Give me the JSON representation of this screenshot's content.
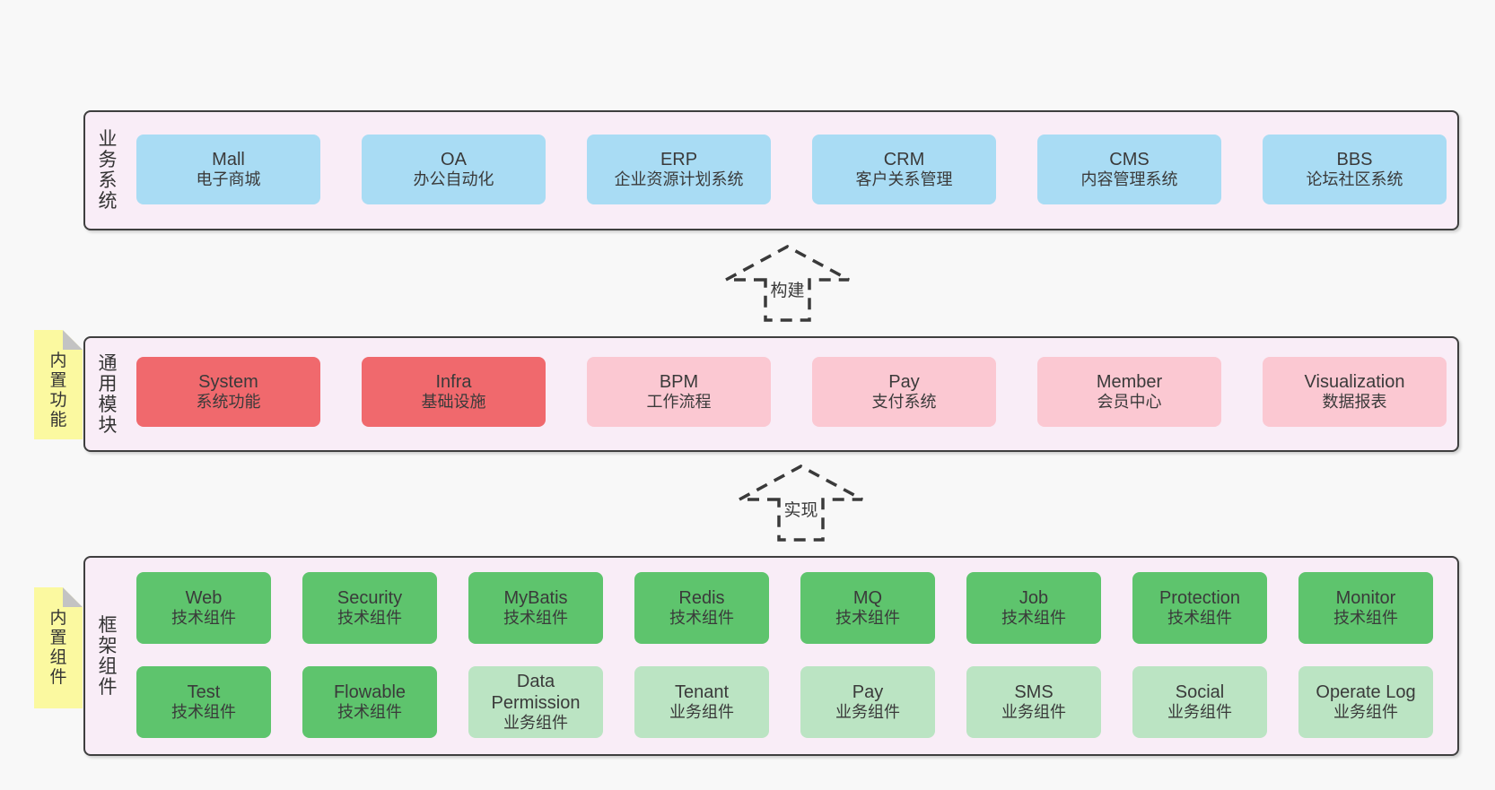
{
  "colors": {
    "page_bg": "#f8f8f8",
    "panel_bg": "#f9edf7",
    "panel_border": "#3f3f3f",
    "box_blue": "#a9dcf4",
    "box_red": "#f0696d",
    "box_pink": "#fbc8d2",
    "box_green": "#5ec46d",
    "box_light_green": "#bbe4c3",
    "note_yellow": "#fbf9a0",
    "note_fold_gray": "#c3c3c3",
    "text": "#3a3a3a"
  },
  "arrows": [
    {
      "label": "构建"
    },
    {
      "label": "实现"
    }
  ],
  "layers": [
    {
      "side_label": "业务系统",
      "rows": [
        {
          "boxes": [
            {
              "en": "Mall",
              "zh": "电子商城",
              "color": "blue"
            },
            {
              "en": "OA",
              "zh": "办公自动化",
              "color": "blue"
            },
            {
              "en": "ERP",
              "zh": "企业资源计划系统",
              "color": "blue"
            },
            {
              "en": "CRM",
              "zh": "客户关系管理",
              "color": "blue"
            },
            {
              "en": "CMS",
              "zh": "内容管理系统",
              "color": "blue"
            },
            {
              "en": "BBS",
              "zh": "论坛社区系统",
              "color": "blue"
            }
          ]
        }
      ]
    },
    {
      "side_label": "通用模块",
      "note": "内置功能",
      "rows": [
        {
          "boxes": [
            {
              "en": "System",
              "zh": "系统功能",
              "color": "red"
            },
            {
              "en": "Infra",
              "zh": "基础设施",
              "color": "red"
            },
            {
              "en": "BPM",
              "zh": "工作流程",
              "color": "pink"
            },
            {
              "en": "Pay",
              "zh": "支付系统",
              "color": "pink"
            },
            {
              "en": "Member",
              "zh": "会员中心",
              "color": "pink"
            },
            {
              "en": "Visualization",
              "zh": "数据报表",
              "color": "pink"
            }
          ]
        }
      ]
    },
    {
      "side_label": "框架组件",
      "note": "内置组件",
      "rows": [
        {
          "boxes": [
            {
              "en": "Web",
              "zh": "技术组件",
              "color": "green"
            },
            {
              "en": "Security",
              "zh": "技术组件",
              "color": "green"
            },
            {
              "en": "MyBatis",
              "zh": "技术组件",
              "color": "green"
            },
            {
              "en": "Redis",
              "zh": "技术组件",
              "color": "green"
            },
            {
              "en": "MQ",
              "zh": "技术组件",
              "color": "green"
            },
            {
              "en": "Job",
              "zh": "技术组件",
              "color": "green"
            },
            {
              "en": "Protection",
              "zh": "技术组件",
              "color": "green"
            },
            {
              "en": "Monitor",
              "zh": "技术组件",
              "color": "green"
            }
          ]
        },
        {
          "boxes": [
            {
              "en": "Test",
              "zh": "技术组件",
              "color": "green"
            },
            {
              "en": "Flowable",
              "zh": "技术组件",
              "color": "green"
            },
            {
              "en": "Data Permission",
              "zh": "业务组件",
              "color": "light_green"
            },
            {
              "en": "Tenant",
              "zh": "业务组件",
              "color": "light_green"
            },
            {
              "en": "Pay",
              "zh": "业务组件",
              "color": "light_green"
            },
            {
              "en": "SMS",
              "zh": "业务组件",
              "color": "light_green"
            },
            {
              "en": "Social",
              "zh": "业务组件",
              "color": "light_green"
            },
            {
              "en": "Operate Log",
              "zh": "业务组件",
              "color": "light_green"
            }
          ]
        }
      ]
    }
  ]
}
